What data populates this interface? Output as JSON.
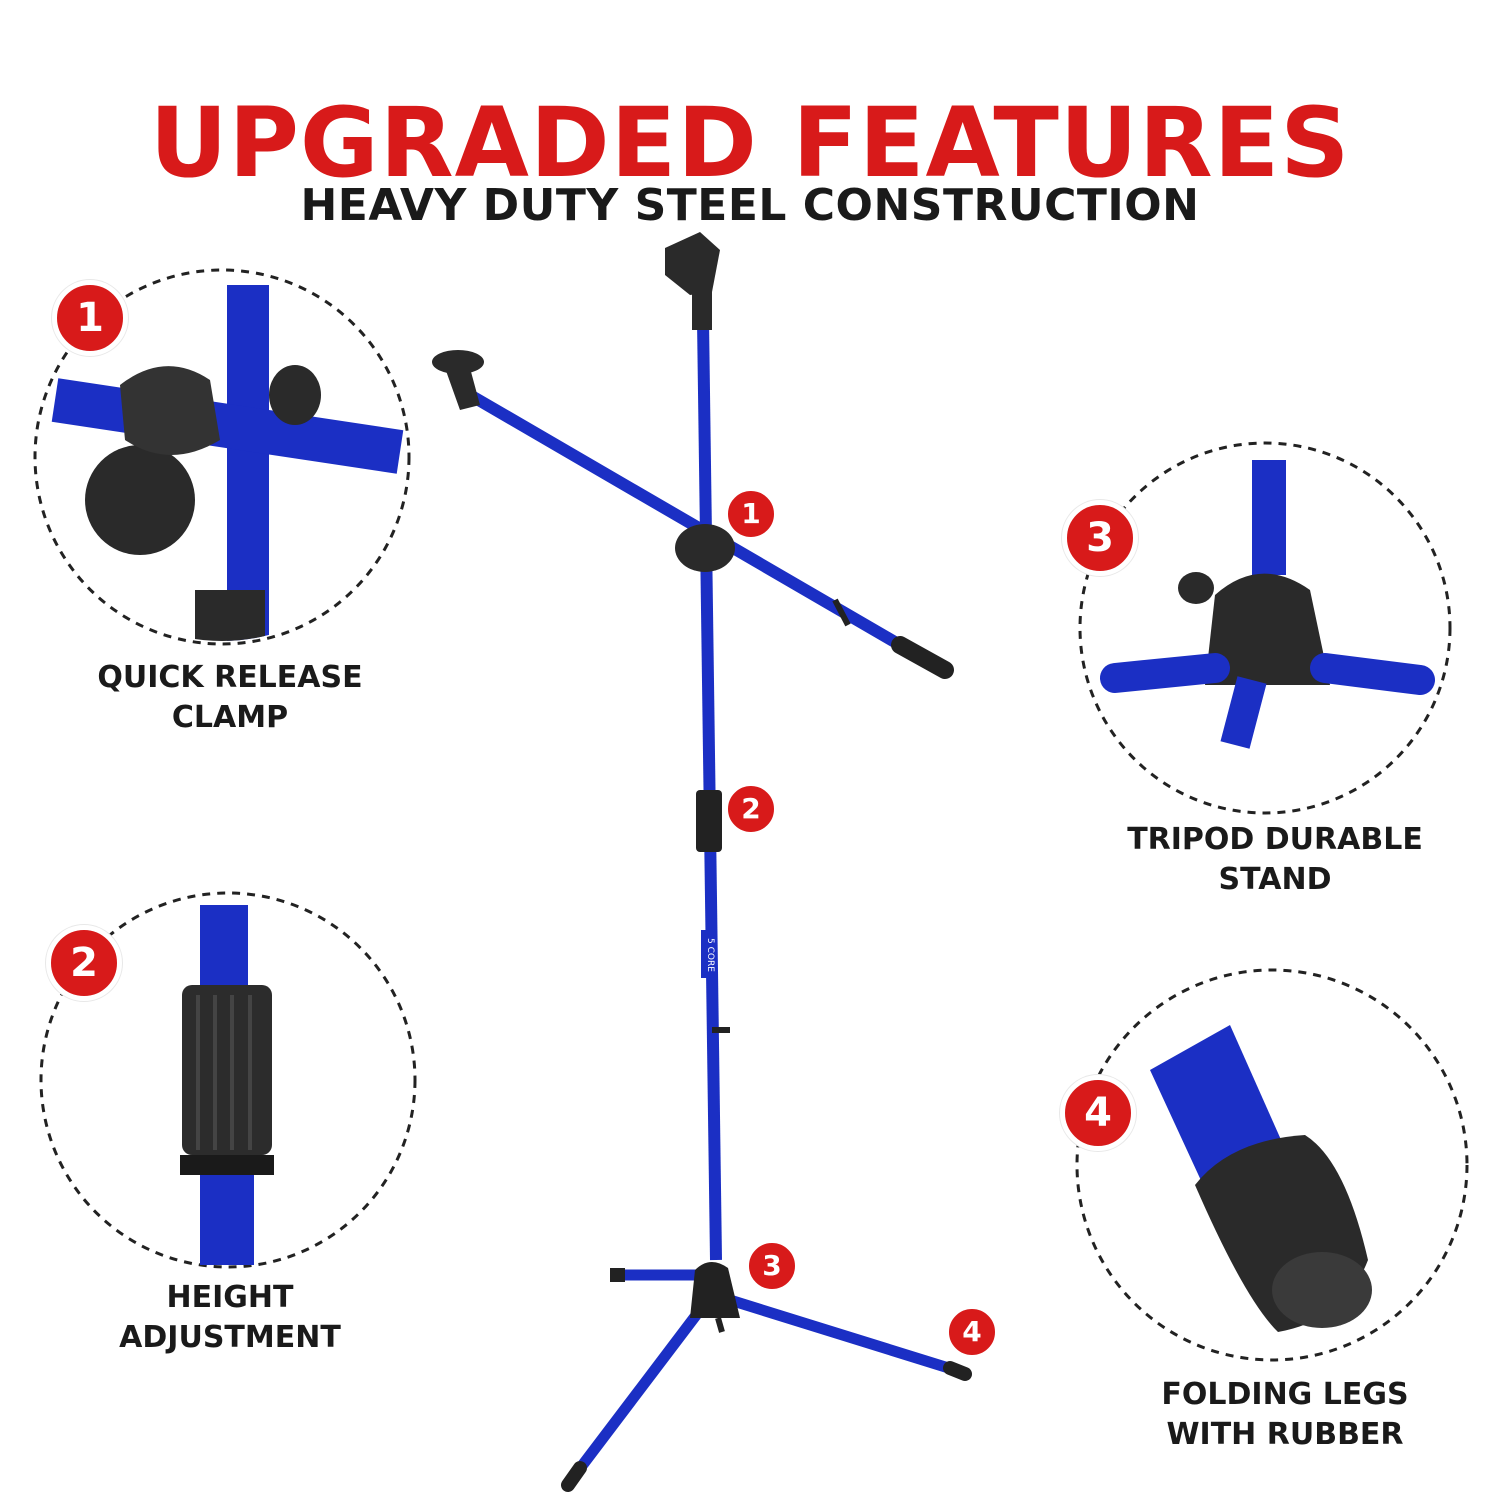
{
  "header": {
    "title": "UPGRADED FEATURES",
    "subtitle": "HEAVY DUTY STEEL CONSTRUCTION"
  },
  "colors": {
    "accent_red": "#d81a1a",
    "stand_blue": "#1b2fc4",
    "dark_part": "#2a2a2a",
    "text": "#1a1a1a"
  },
  "features": [
    {
      "number": "1",
      "label_line1": "QUICK RELEASE",
      "label_line2": "CLAMP"
    },
    {
      "number": "2",
      "label_line1": "HEIGHT",
      "label_line2": "ADJUSTMENT"
    },
    {
      "number": "3",
      "label_line1": "TRIPOD DURABLE",
      "label_line2": "STAND"
    },
    {
      "number": "4",
      "label_line1": "FOLDING LEGS",
      "label_line2": "WITH RUBBER"
    }
  ],
  "markers": [
    "1",
    "2",
    "3",
    "4"
  ],
  "brand_text": "5 CORE"
}
